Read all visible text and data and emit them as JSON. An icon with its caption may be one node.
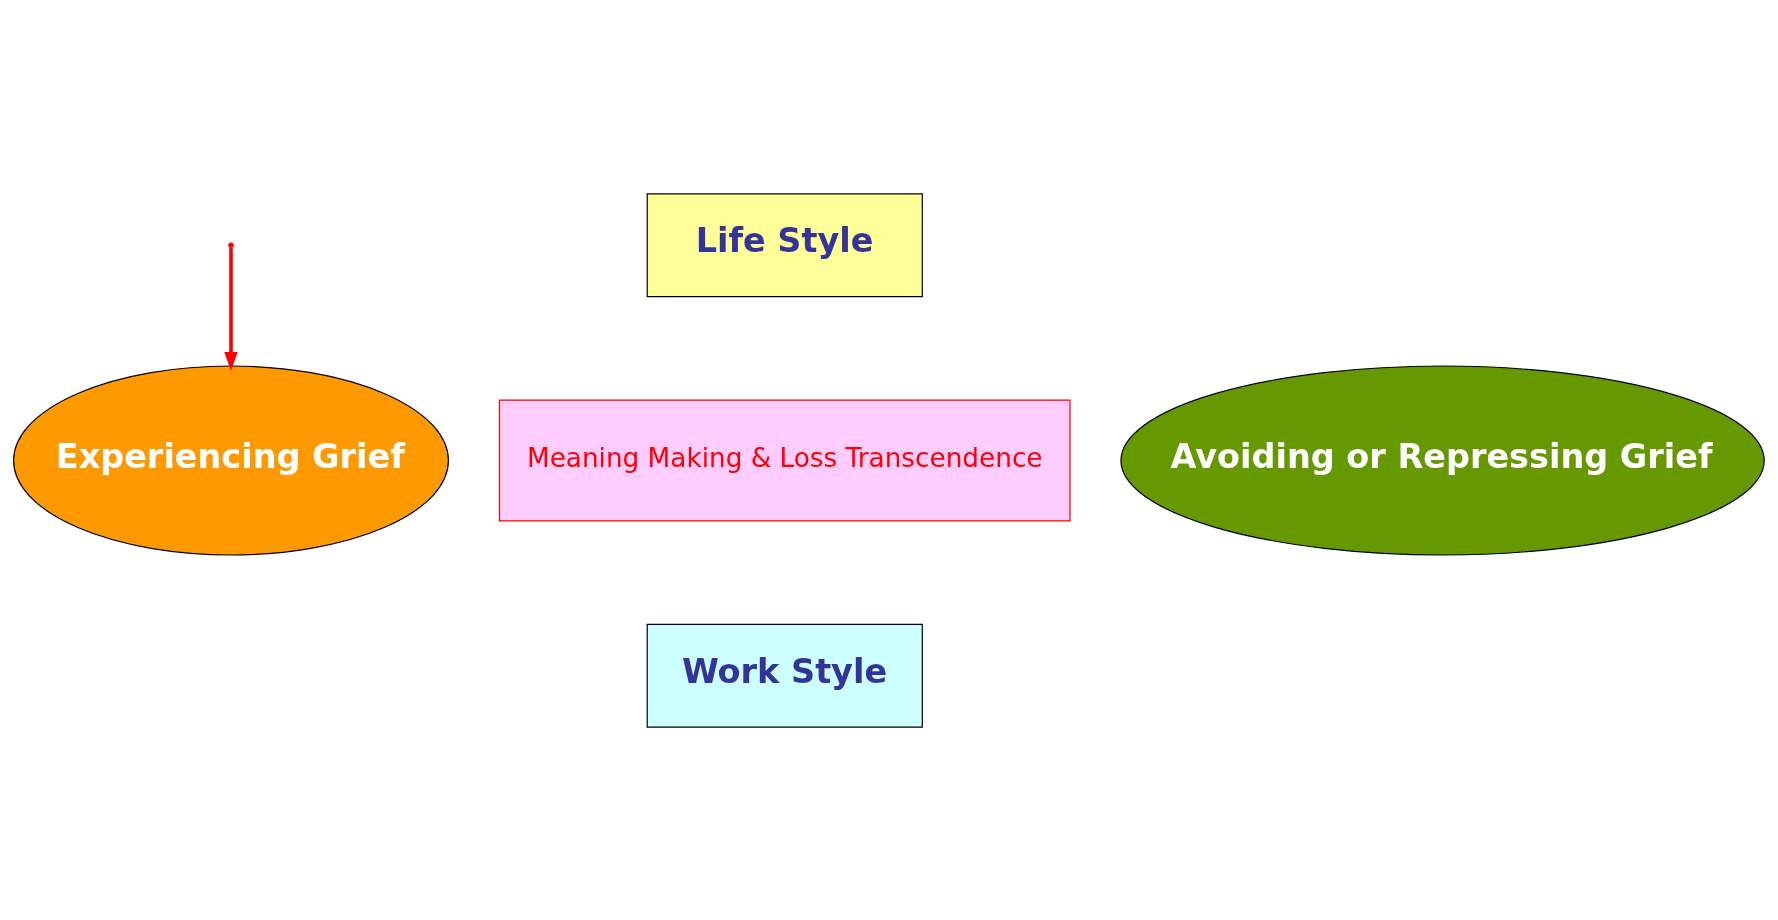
{
  "diagram": {
    "nodes": [
      {
        "text": [
          "Life Style"
        ]
      },
      {
        "text": [
          "Experiencing Grief"
        ]
      },
      {
        "text": [
          "Meaning Making & Loss Transcendence"
        ]
      },
      {
        "text": [
          "Avoiding or Repressing Grief"
        ]
      },
      {
        "text": [
          "Work Style"
        ]
      }
    ],
    "edges": [
      {
        "from": null,
        "to": 1,
        "arrow": "to",
        "color": "#ff0000"
      }
    ]
  }
}
